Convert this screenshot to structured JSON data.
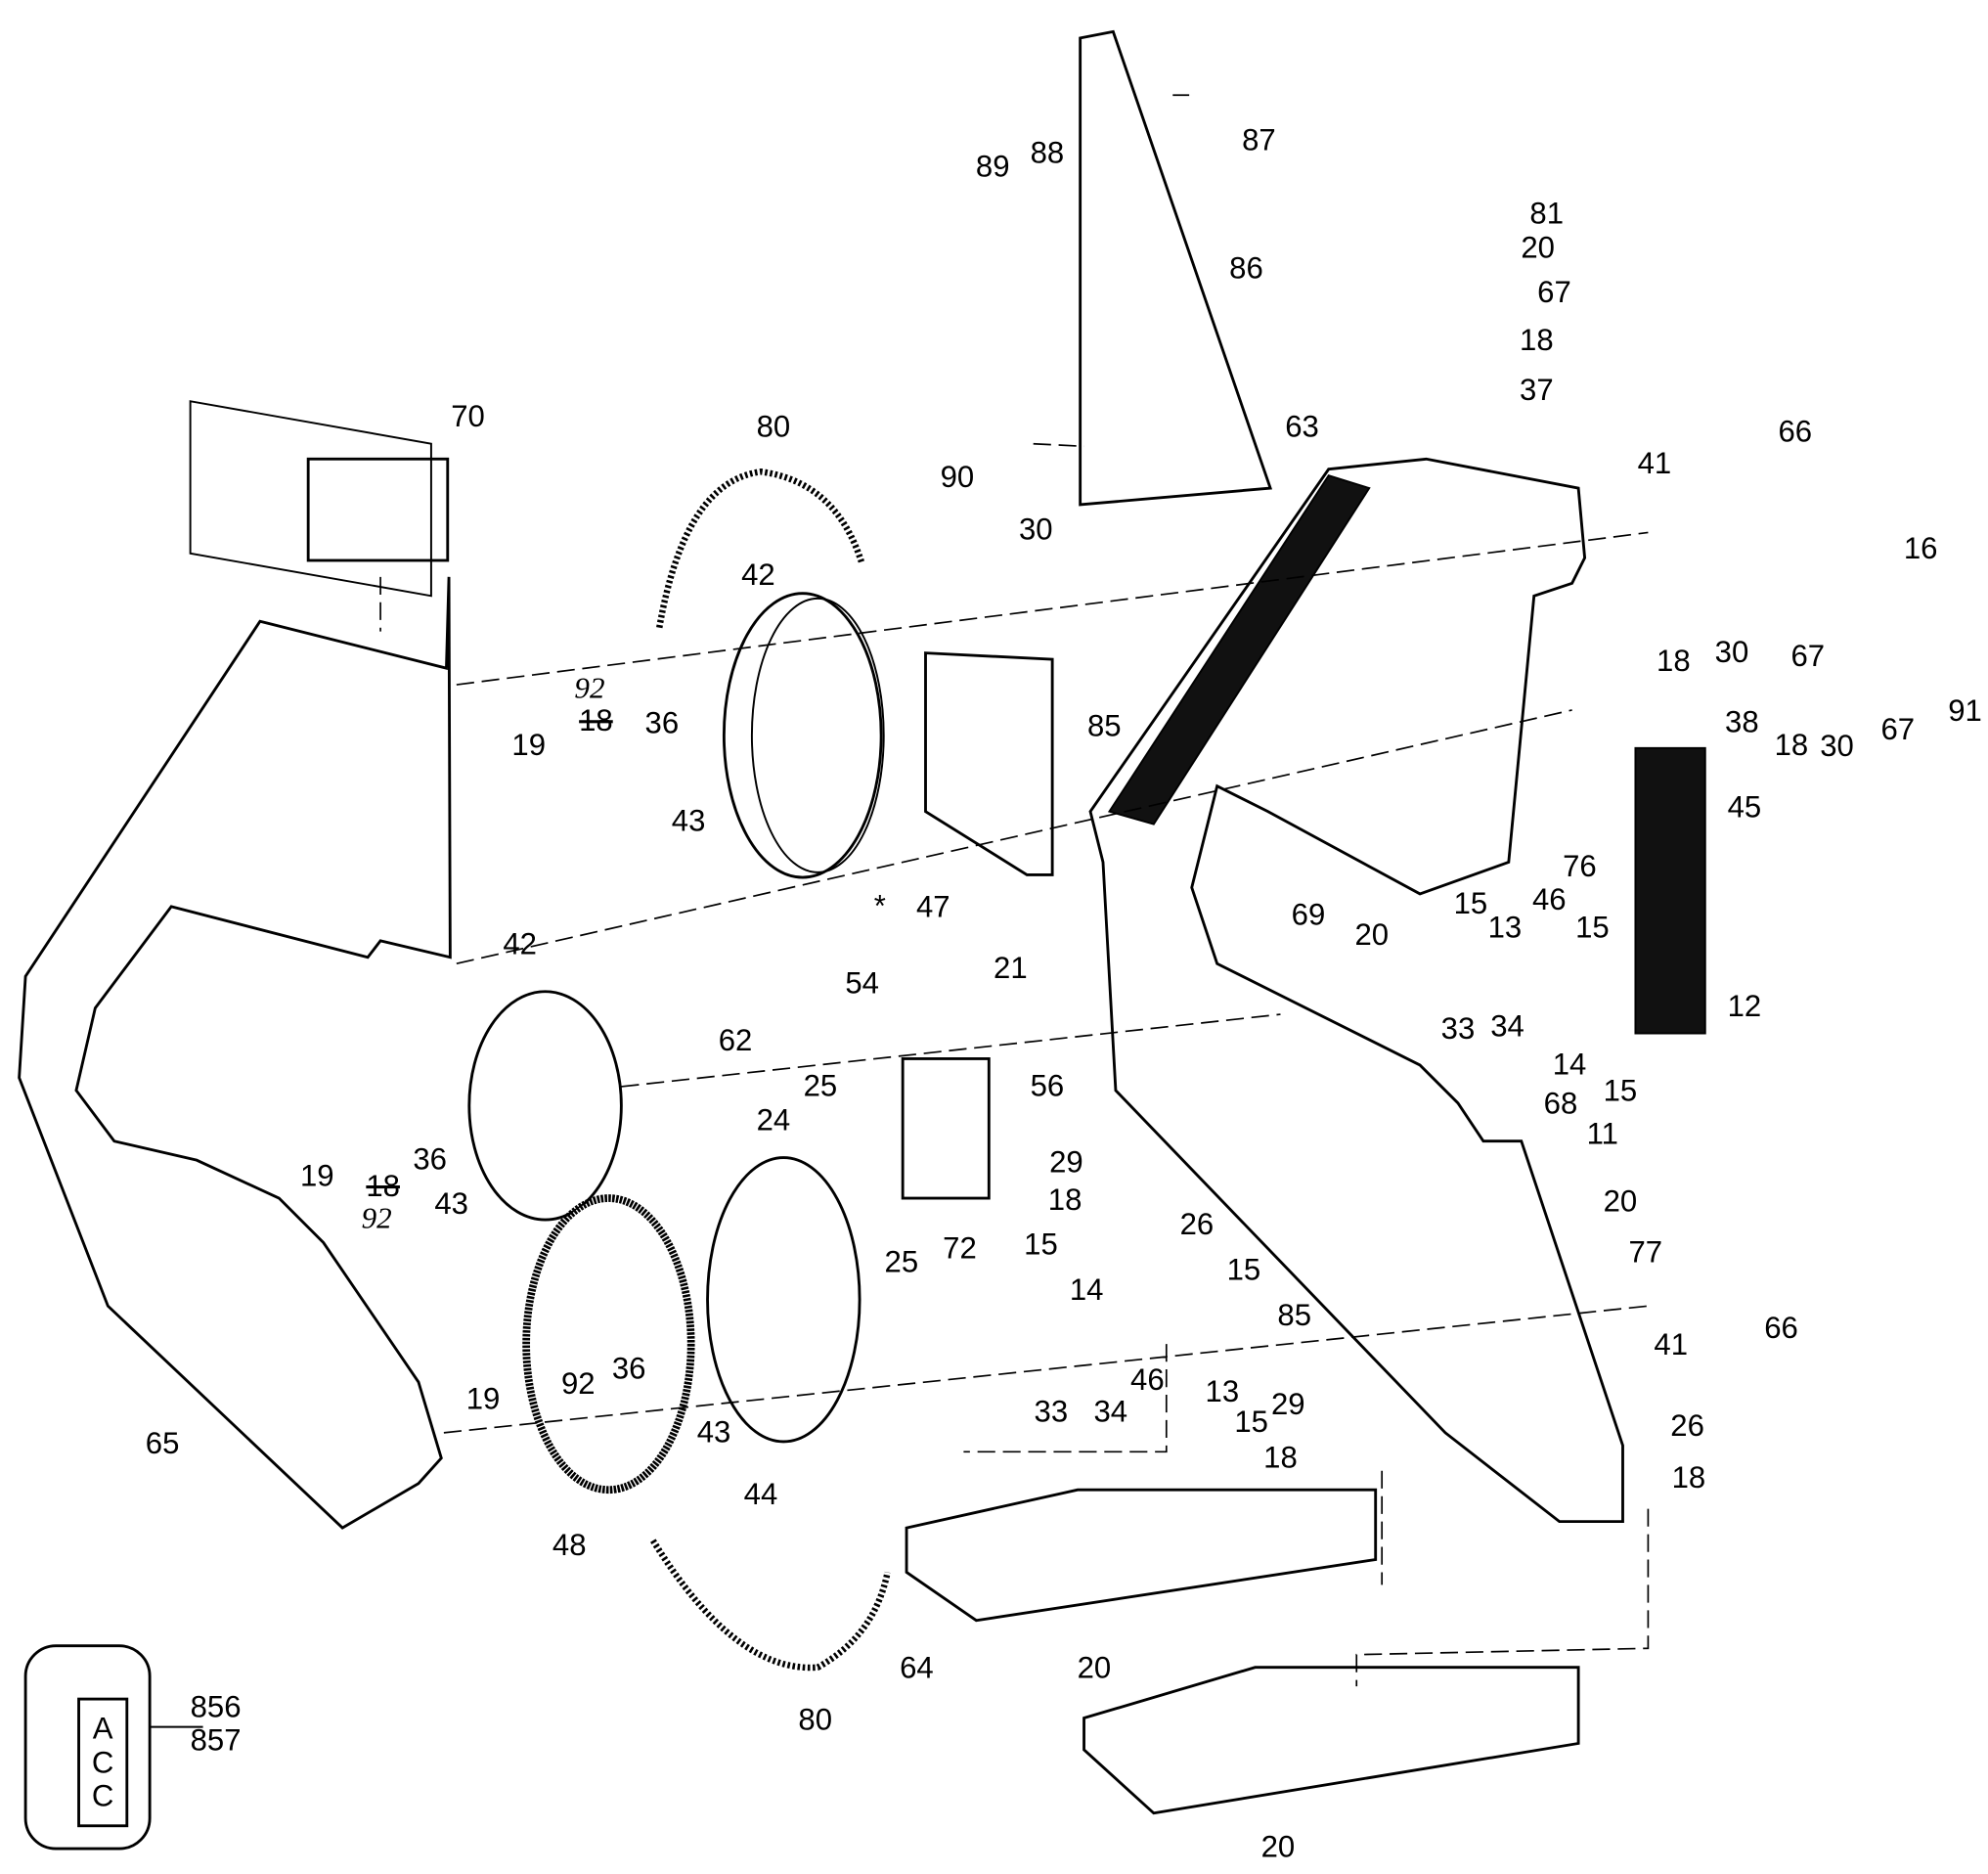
{
  "diagram": {
    "type": "exploded parts diagram",
    "labels": [
      "89",
      "88",
      "87",
      "86",
      "81",
      "20",
      "67",
      "18",
      "37",
      "63",
      "66",
      "41",
      "16",
      "70",
      "80",
      "90",
      "30",
      "42",
      "18",
      "30",
      "67",
      "91",
      "38",
      "18",
      "30",
      "67",
      "92",
      "18",
      "36",
      "19",
      "85",
      "43",
      "45",
      "76",
      "47",
      "42",
      "69",
      "20",
      "15",
      "13",
      "46",
      "15",
      "21",
      "33",
      "34",
      "12",
      "14",
      "15",
      "54",
      "62",
      "25",
      "56",
      "68",
      "11",
      "24",
      "19",
      "18",
      "92",
      "36",
      "43",
      "29",
      "18",
      "26",
      "20",
      "25",
      "72",
      "15",
      "77",
      "14",
      "15",
      "85",
      "41",
      "66",
      "33",
      "34",
      "46",
      "13",
      "15",
      "29",
      "18",
      "19",
      "92",
      "36",
      "43",
      "65",
      "44",
      "48",
      "26",
      "18",
      "64",
      "20",
      "80",
      "856",
      "857",
      "20"
    ],
    "asterisk": "*",
    "accessory_tag": [
      "A",
      "C",
      "C"
    ],
    "struck_labels": [
      "18"
    ],
    "handwritten_replacement": "92"
  }
}
